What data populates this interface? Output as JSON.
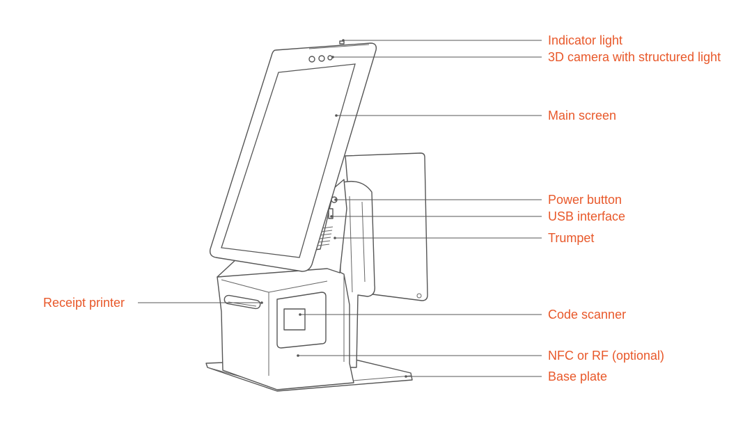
{
  "colors": {
    "label": "#e8582a",
    "line": "#555555"
  },
  "labels": {
    "indicator_light": "Indicator light",
    "camera_3d": "3D camera with structured light",
    "main_screen": "Main screen",
    "power_button": "Power button",
    "usb_interface": "USB interface",
    "trumpet": "Trumpet",
    "receipt_printer": "Receipt printer",
    "code_scanner": "Code scanner",
    "nfc_rf": "NFC or RF (optional)",
    "base_plate": "Base plate"
  }
}
